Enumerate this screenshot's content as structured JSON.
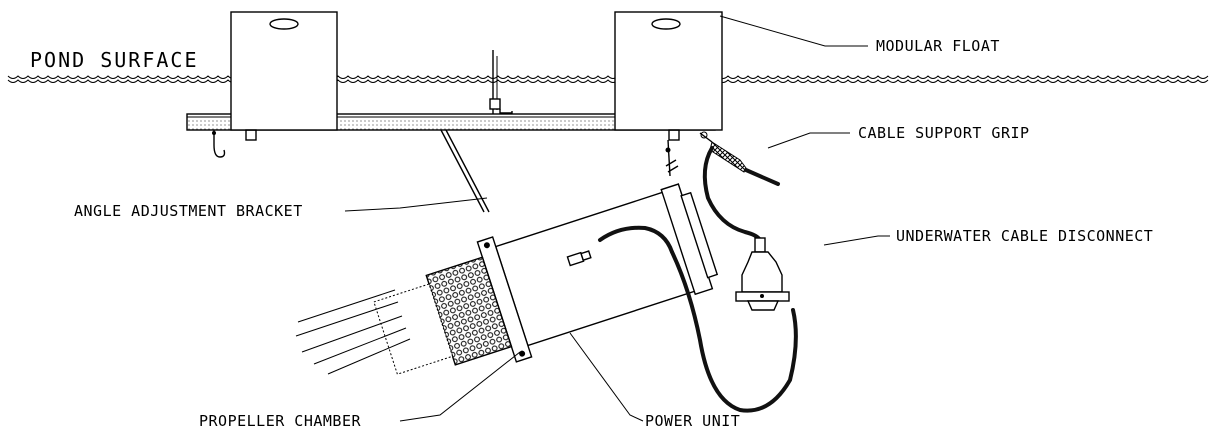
{
  "labels": {
    "pond_surface": "POND SURFACE",
    "modular_float": "MODULAR FLOAT",
    "cable_support_grip": "CABLE SUPPORT GRIP",
    "angle_adjustment_bracket": "ANGLE ADJUSTMENT BRACKET",
    "underwater_cable_disconnect": "UNDERWATER CABLE DISCONNECT",
    "propeller_chamber": "PROPELLER CHAMBER",
    "power_unit": "POWER UNIT"
  },
  "colors": {
    "line": "#000000",
    "background": "#ffffff"
  }
}
